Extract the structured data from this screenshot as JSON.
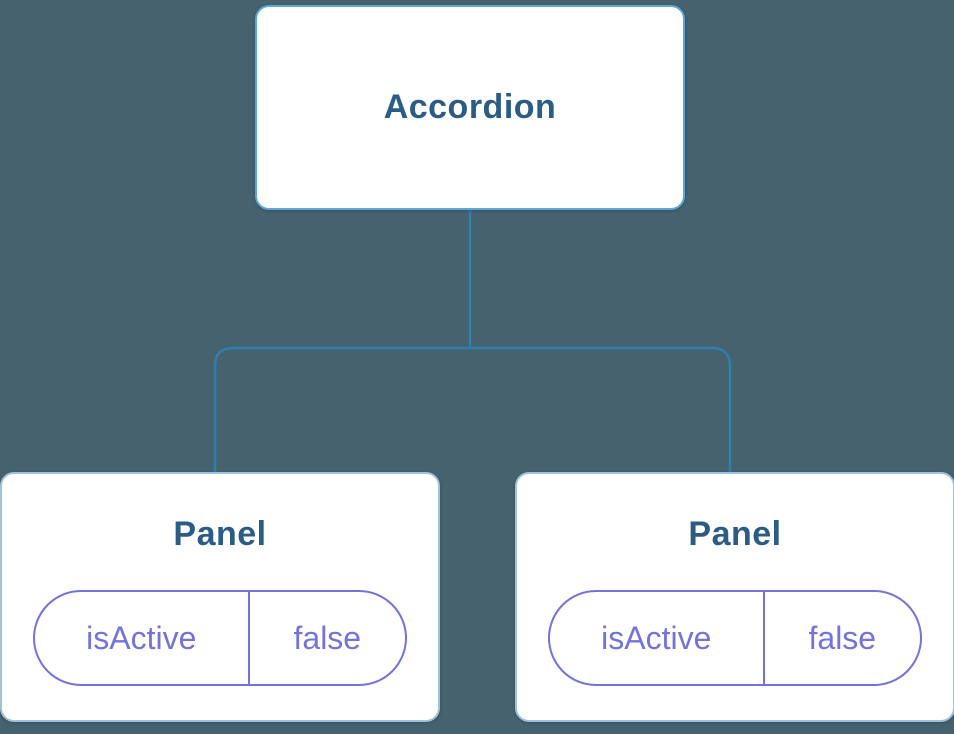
{
  "colors": {
    "canvas-bg": "#45626E",
    "box-bg": "#ffffff",
    "root-border": "#5BA7D6",
    "panel-border": "#9EC4DB",
    "title-text": "#2B5C85",
    "state-accent": "#7373DC",
    "connector": "#2E7EAE"
  },
  "tree": {
    "root": {
      "label": "Accordion"
    },
    "children": [
      {
        "label": "Panel",
        "state": {
          "key": "isActive",
          "value": "false"
        }
      },
      {
        "label": "Panel",
        "state": {
          "key": "isActive",
          "value": "false"
        }
      }
    ]
  }
}
